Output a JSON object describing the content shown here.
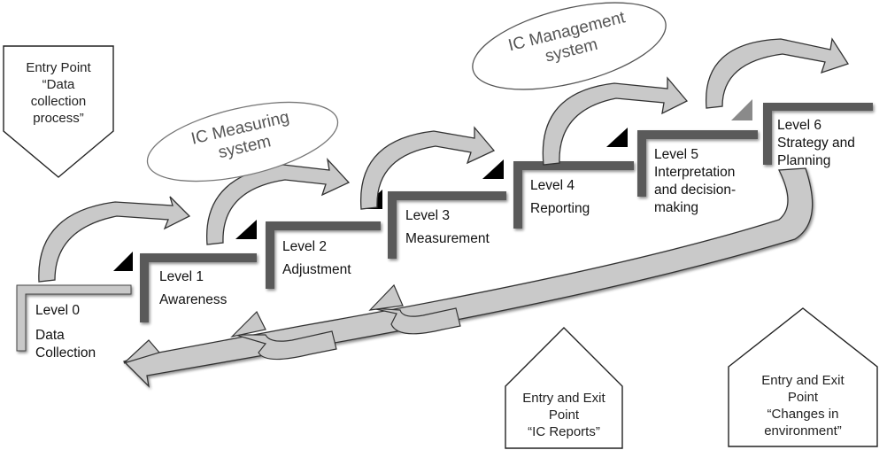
{
  "levels": [
    {
      "level": "Level 0",
      "lines": [
        "Data",
        "Collection"
      ]
    },
    {
      "level": "Level 1",
      "lines": [
        "Awareness"
      ]
    },
    {
      "level": "Level 2",
      "lines": [
        "Adjustment"
      ]
    },
    {
      "level": "Level 3",
      "lines": [
        "Measurement"
      ]
    },
    {
      "level": "Level 4",
      "lines": [
        "Reporting"
      ]
    },
    {
      "level": "Level 5",
      "lines": [
        "Interpretation",
        "and decision-",
        "making"
      ]
    },
    {
      "level": "Level 6",
      "lines": [
        "Strategy and",
        "Planning"
      ]
    }
  ],
  "systems": {
    "measuring": [
      "IC Measuring",
      "system"
    ],
    "management": [
      "IC Management",
      "system"
    ]
  },
  "entry_points": {
    "data_collection": [
      "Entry Point",
      "“Data",
      "collection",
      "process”"
    ],
    "ic_reports": [
      "Entry and Exit",
      "Point",
      "“IC Reports”"
    ],
    "environment": [
      "Entry and Exit",
      "Point",
      "“Changes in",
      "environment”"
    ]
  },
  "colors": {
    "step_level0": "#c8c8c8",
    "step_dark": "#5a5a5a",
    "arrow_fill": "#c9c9c9",
    "arrow_stroke": "#333333",
    "ellipse_stroke": "#777777",
    "triangle_black": "#000000",
    "triangle_grey": "#8a8a8a"
  }
}
